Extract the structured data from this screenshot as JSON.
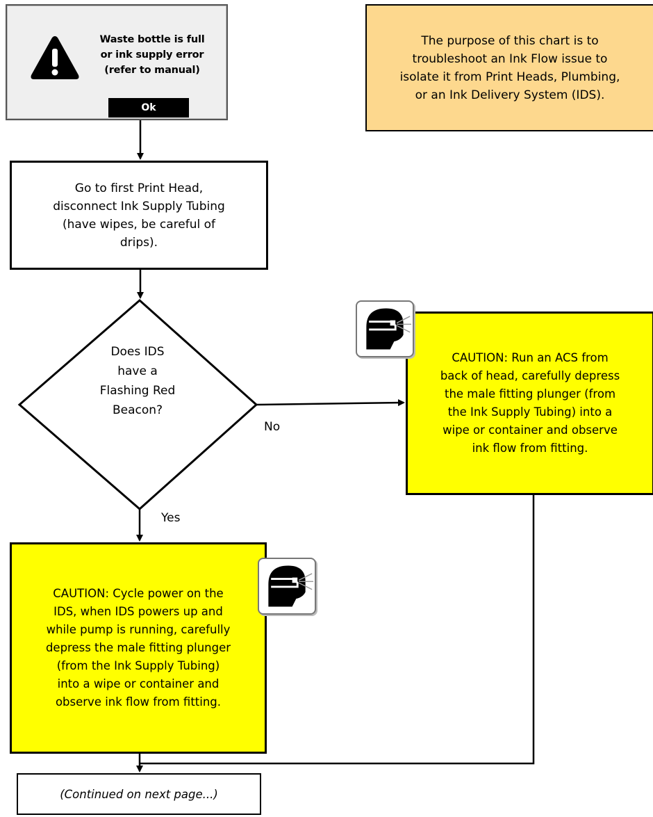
{
  "dialog": {
    "message": "Waste bottle is full\nor ink supply error\n(refer to manual)",
    "ok_label": "Ok",
    "icon": "warning-triangle-icon"
  },
  "purpose_note": "The purpose of this chart is to\ntroubleshoot an Ink Flow issue to\nisolate it from Print Heads, Plumbing,\nor an Ink Delivery System (IDS).",
  "step1": "Go to first Print Head,\ndisconnect Ink Supply Tubing\n(have wipes,  be careful of\ndrips).",
  "decision": {
    "question": "Does IDS\nhave a\nFlashing Red\nBeacon?",
    "no_label": "No",
    "yes_label": "Yes"
  },
  "caution_no": "CAUTION: Run an ACS from\nback of head, carefully depress\nthe  male fitting plunger (from\nthe Ink Supply Tubing) into a\nwipe or container and observe\nink flow from fitting.",
  "caution_yes": "CAUTION: Cycle power on the\nIDS, when IDS powers up and\nwhile pump is running, carefully\ndepress the  male fitting plunger\n(from the Ink Supply Tubing)\ninto a wipe or container and\nobserve ink flow from fitting.",
  "continued": "(Continued on next page...)",
  "colors": {
    "purpose_fill": "#fdd88e",
    "caution_fill": "#ffff00",
    "dialog_fill": "#efefef"
  },
  "icons": [
    "warning-triangle-icon",
    "safety-goggles-icon"
  ]
}
